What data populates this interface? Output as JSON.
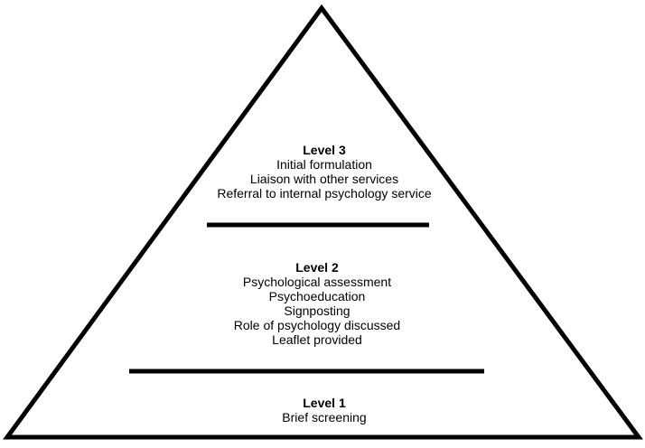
{
  "levels": [
    {
      "title": "Level 3",
      "items": [
        "Initial formulation",
        "Liaison with other services",
        "Referral to internal psychology service"
      ]
    },
    {
      "title": "Level 2",
      "items": [
        "Psychological assessment",
        "Psychoeducation",
        "Signposting",
        "Role of psychology discussed",
        "Leaflet provided"
      ]
    },
    {
      "title": "Level 1",
      "items": [
        "Brief screening"
      ]
    }
  ]
}
